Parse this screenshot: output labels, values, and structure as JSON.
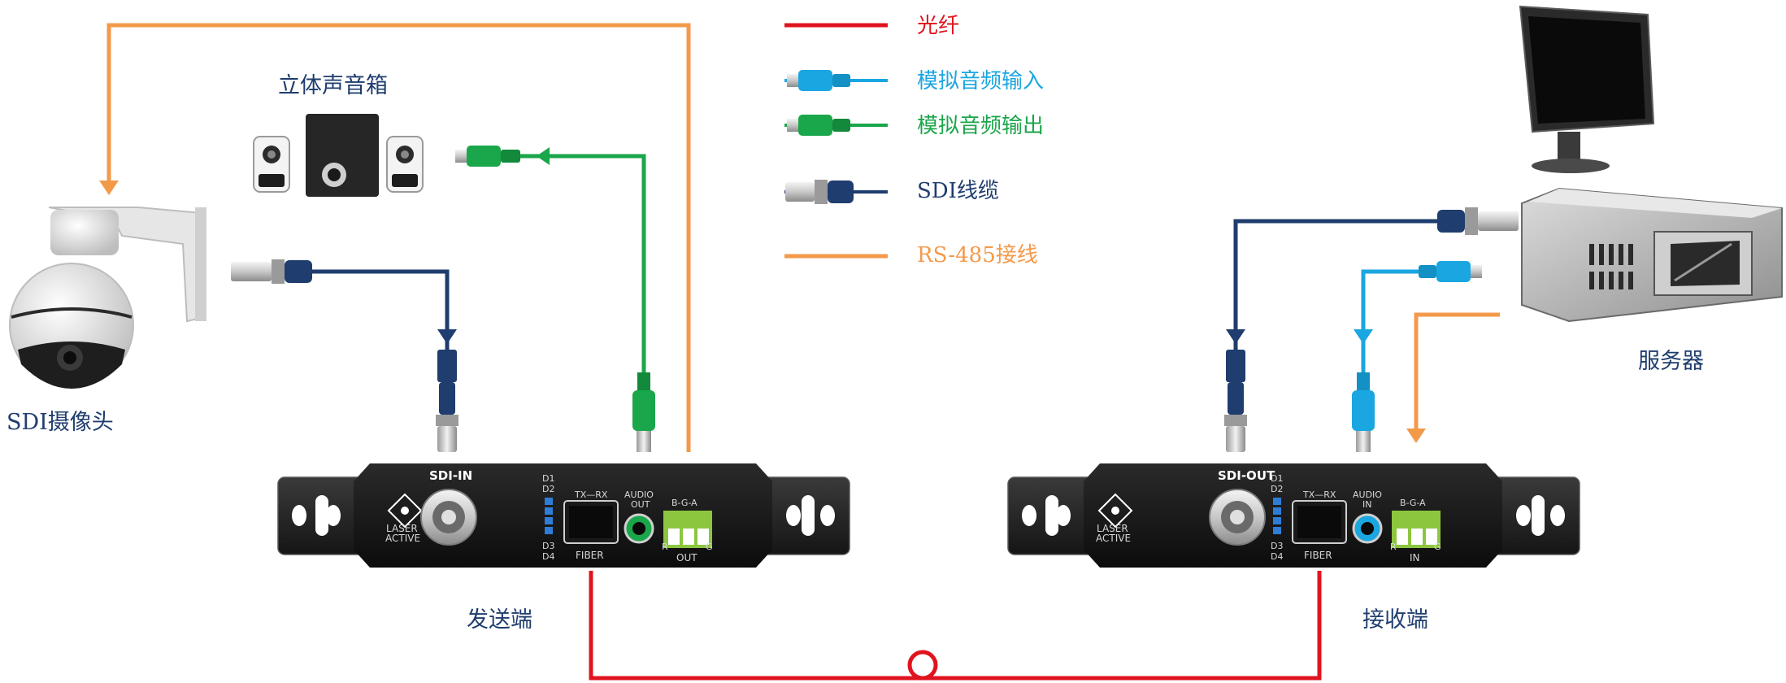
{
  "legend": {
    "fiber": "光纤",
    "audio_in": "模拟音频输入",
    "audio_out": "模拟音频输出",
    "sdi_cable": "SDI线缆",
    "rs485": "RS-485接线"
  },
  "labels": {
    "speakers": "立体声音箱",
    "camera": "SDI摄像头",
    "server": "服务器",
    "transmitter": "发送端",
    "receiver": "接收端"
  },
  "transmitter": {
    "sdi_port": "SDI-IN",
    "laser_line1": "LASER",
    "laser_line2": "ACTIVE",
    "led1": "D1",
    "led2": "D2",
    "led3": "D3",
    "led4": "D4",
    "txrx": "TX—RX",
    "fiber": "FIBER",
    "audio_line1": "AUDIO",
    "audio_line2": "OUT",
    "bga": "B-G-A",
    "rs_a": "R",
    "rs_b": "G",
    "term": "OUT"
  },
  "receiver": {
    "sdi_port": "SDI-OUT",
    "laser_line1": "LASER",
    "laser_line2": "ACTIVE",
    "led1": "D1",
    "led2": "D2",
    "led3": "D3",
    "led4": "D4",
    "txrx": "TX—RX",
    "fiber": "FIBER",
    "audio_line1": "AUDIO",
    "audio_line2": "IN",
    "bga": "B-G-A",
    "rs_a": "R",
    "rs_b": "G",
    "term": "IN"
  },
  "colors": {
    "fiber": "#e0141e",
    "audio_in": "#1aa6e0",
    "audio_out": "#1aa64a",
    "sdi": "#1f3d6e",
    "rs485": "#f39a4a",
    "label_dark": "#1f3d6e"
  }
}
